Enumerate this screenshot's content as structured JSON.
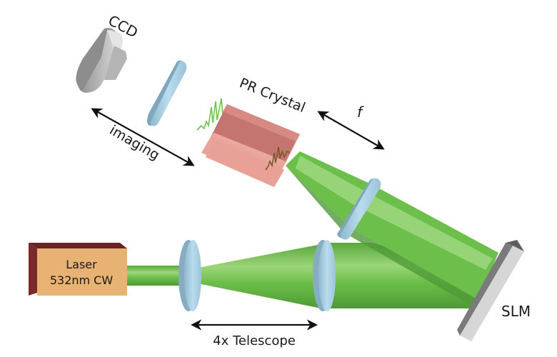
{
  "diagram": {
    "title": "Photorefractive crystal optical setup",
    "components": {
      "ccd": {
        "label": "CCD"
      },
      "pr_crystal": {
        "label": "PR Crystal"
      },
      "laser": {
        "label_line1": "Laser",
        "label_line2": "532nm CW"
      },
      "slm": {
        "label": "SLM"
      }
    },
    "annotations": {
      "imaging": "imaging",
      "focal": "f",
      "telescope": "4x Telescope"
    },
    "colors": {
      "beam": "#6cbf4a",
      "lens": "#a9cde0",
      "crystal": "#e59a92",
      "laser_front": "#e8b274",
      "laser_side": "#7a2a2a",
      "ccd": "#c8c8c8",
      "slm": "#bfbfbf",
      "signal": "#6fc24a"
    }
  }
}
